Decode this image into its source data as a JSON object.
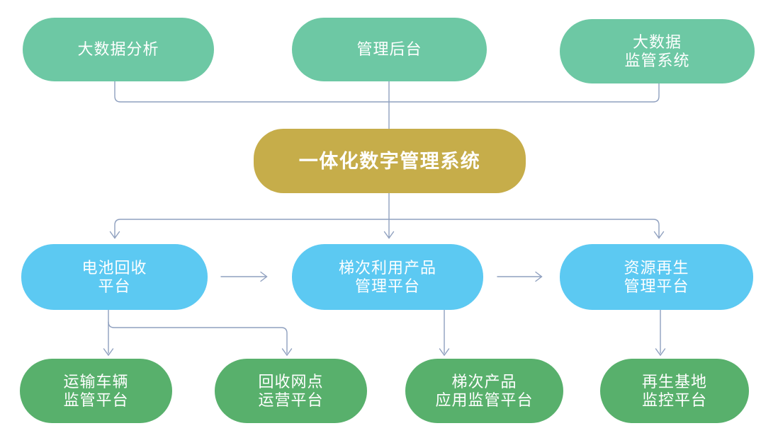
{
  "colors": {
    "top_row_fill": "#6dc8a4",
    "center_fill": "#c6ad4a",
    "middle_row_fill": "#5cc9f2",
    "bottom_row_fill": "#58b06c",
    "connector": "#8fa0bf",
    "node_text": "#ffffff",
    "background": "#ffffff"
  },
  "nodes": {
    "top": [
      {
        "lines": [
          "大数据分析"
        ]
      },
      {
        "lines": [
          "管理后台"
        ]
      },
      {
        "lines": [
          "大数据",
          "监管系统"
        ]
      }
    ],
    "center": {
      "lines": [
        "一体化数字管理系统"
      ]
    },
    "middle": [
      {
        "lines": [
          "电池回收",
          "平台"
        ]
      },
      {
        "lines": [
          "梯次利用产品",
          "管理平台"
        ]
      },
      {
        "lines": [
          "资源再生",
          "管理平台"
        ]
      }
    ],
    "bottom": [
      {
        "lines": [
          "运输车辆",
          "监管平台"
        ]
      },
      {
        "lines": [
          "回收网点",
          "运营平台"
        ]
      },
      {
        "lines": [
          "梯次产品",
          "应用监管平台"
        ]
      },
      {
        "lines": [
          "再生基地",
          "监控平台"
        ]
      }
    ]
  }
}
